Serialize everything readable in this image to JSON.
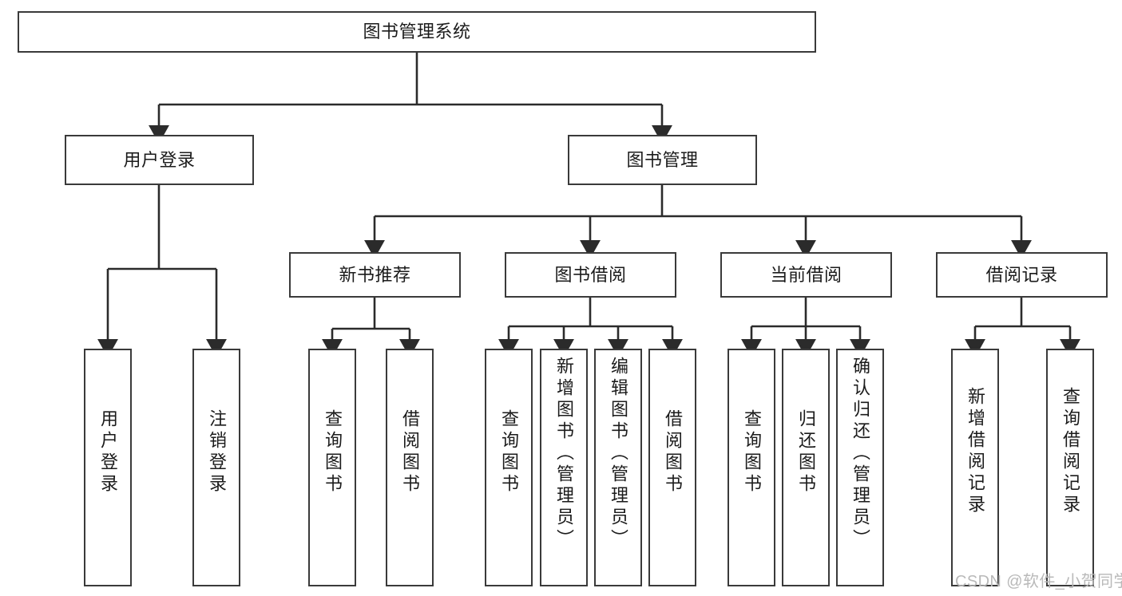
{
  "diagram": {
    "type": "tree-hierarchy",
    "title": "图书管理系统",
    "watermark": "CSDN @软件_小贺同学",
    "colors": {
      "box_border": "#3a3a3a",
      "box_fill": "#ffffff",
      "connector": "#2b2b2b",
      "text": "#1b1b1b",
      "watermark": "#b9b9b9"
    },
    "levels": {
      "root": {
        "label": "图书管理系统"
      },
      "level2": [
        {
          "id": "user-login",
          "label": "用户登录"
        },
        {
          "id": "book-manage",
          "label": "图书管理"
        }
      ],
      "level3": [
        {
          "id": "new-book-rec",
          "label": "新书推荐"
        },
        {
          "id": "book-borrow",
          "label": "图书借阅"
        },
        {
          "id": "current-borrow",
          "label": "当前借阅"
        },
        {
          "id": "borrow-record",
          "label": "借阅记录"
        }
      ],
      "leaves": [
        {
          "id": "leaf-user-login",
          "label": "用户登录",
          "parent": "user-login"
        },
        {
          "id": "leaf-user-logout",
          "label": "注销登录",
          "parent": "user-login"
        },
        {
          "id": "leaf-query-book-1",
          "label": "查询图书",
          "parent": "new-book-rec"
        },
        {
          "id": "leaf-borrow-book-1",
          "label": "借阅图书",
          "parent": "new-book-rec"
        },
        {
          "id": "leaf-query-book-2",
          "label": "查询图书",
          "parent": "book-borrow"
        },
        {
          "id": "leaf-add-book",
          "label": "新增图书（管理员）",
          "parent": "book-borrow"
        },
        {
          "id": "leaf-edit-book",
          "label": "编辑图书（管理员）",
          "parent": "book-borrow"
        },
        {
          "id": "leaf-borrow-book-2",
          "label": "借阅图书",
          "parent": "book-borrow"
        },
        {
          "id": "leaf-query-book-3",
          "label": "查询图书",
          "parent": "current-borrow"
        },
        {
          "id": "leaf-return-book",
          "label": "归还图书",
          "parent": "current-borrow"
        },
        {
          "id": "leaf-confirm-return",
          "label": "确认归还（管理员）",
          "parent": "current-borrow"
        },
        {
          "id": "leaf-add-record",
          "label": "新增借阅记录",
          "parent": "borrow-record"
        },
        {
          "id": "leaf-query-record",
          "label": "查询借阅记录",
          "parent": "borrow-record"
        }
      ]
    }
  }
}
